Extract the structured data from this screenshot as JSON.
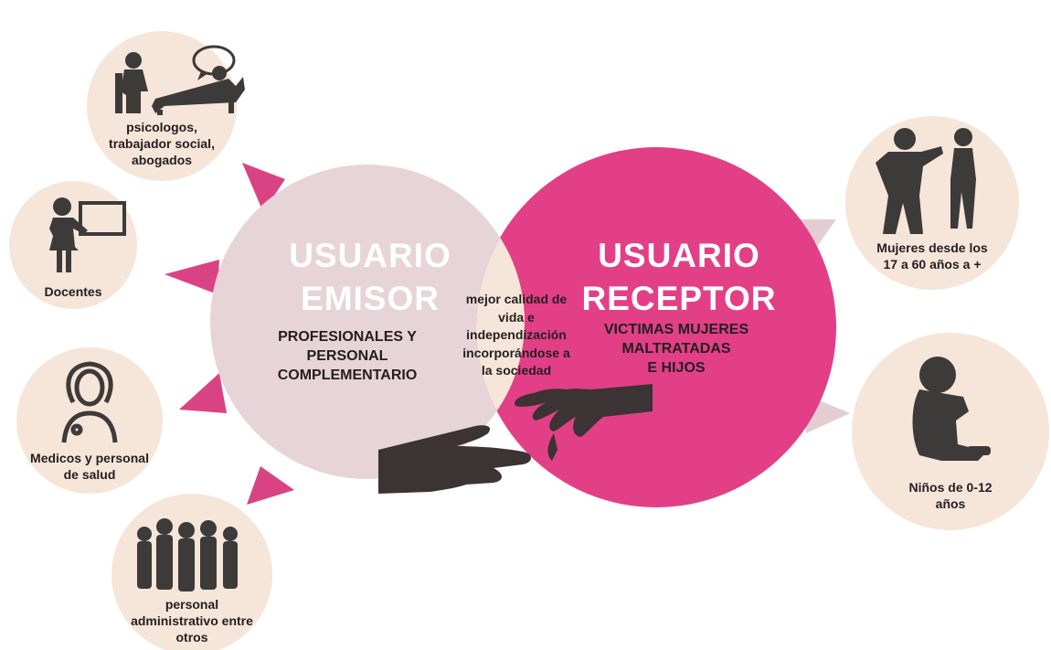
{
  "colors": {
    "circle_bg": "#f6e5d9",
    "silhouette": "#3d3a3a",
    "emisor_circle": "#e7d4d8",
    "receptor_circle": "#e23f87",
    "overlap": "#f6e5d9",
    "arrow_emisor": "#d94384",
    "arrow_receptor": "#e3cdd3",
    "hand": "#3b3334"
  },
  "emisor": {
    "title_line1": "USUARIO",
    "title_line2": "EMISOR",
    "sub_line1": "PROFESIONALES Y",
    "sub_line2": "PERSONAL",
    "sub_line3": "COMPLEMENTARIO",
    "icon": "hand-icon"
  },
  "receptor": {
    "title_line1": "USUARIO",
    "title_line2": "RECEPTOR",
    "sub_line1": "VICTIMAS MUJERES",
    "sub_line2": "MALTRATADAS",
    "sub_line3": "E HIJOS",
    "icon": "hand-icon"
  },
  "center": {
    "line1": "mejor calidad de",
    "line2": "vida e",
    "line3": "independización",
    "line4": "incorporándose a",
    "line5": "la sociedad"
  },
  "left_nodes": [
    {
      "icon": "therapy-session-icon",
      "line1": "psicologos,",
      "line2": "trabajador social,",
      "line3": "abogados"
    },
    {
      "icon": "teacher-icon",
      "line1": "Docentes"
    },
    {
      "icon": "doctor-icon",
      "line1": "Medicos y personal",
      "line2": "de salud"
    },
    {
      "icon": "group-of-people-icon",
      "line1": "personal",
      "line2": "administrativo entre",
      "line3": "otros"
    }
  ],
  "right_nodes": [
    {
      "icon": "couple-argument-icon",
      "line1": "Mujeres desde los",
      "line2": "17 a 60 años a +"
    },
    {
      "icon": "sad-child-icon",
      "line1": "Niños de 0-12",
      "line2": "años"
    }
  ]
}
